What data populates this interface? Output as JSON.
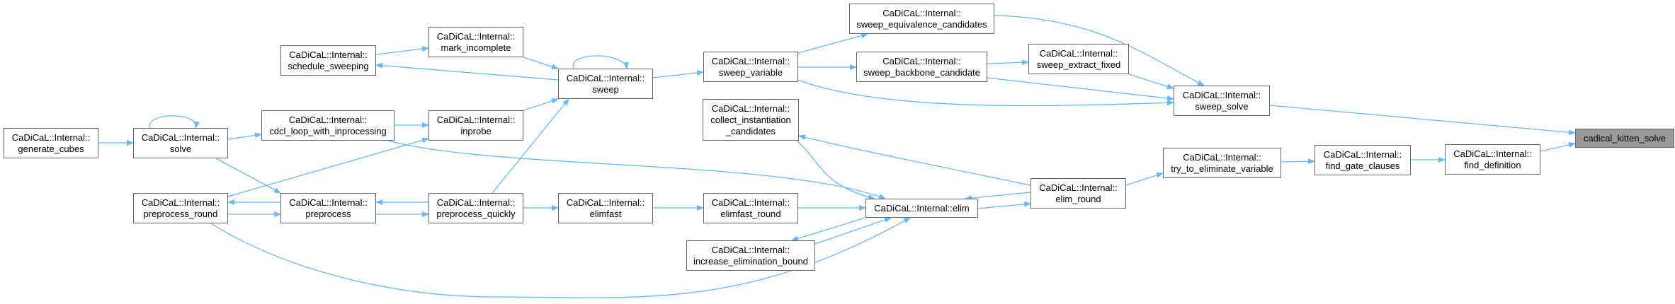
{
  "graph": {
    "edge_color": "#63b8ff",
    "node_border": "#666666",
    "current_fill": "#999999",
    "nodes": {
      "generate_cubes": [
        "CaDiCaL::Internal::",
        "generate_cubes"
      ],
      "solve": [
        "CaDiCaL::Internal::",
        "solve"
      ],
      "schedule_sweeping": [
        "CaDiCaL::Internal::",
        "schedule_sweeping"
      ],
      "mark_incomplete": [
        "CaDiCaL::Internal::",
        "mark_incomplete"
      ],
      "cdcl_loop": [
        "CaDiCaL::Internal::",
        "cdcl_loop_with_inprocessing"
      ],
      "inprobe": [
        "CaDiCaL::Internal::",
        "inprobe"
      ],
      "preprocess_round": [
        "CaDiCaL::Internal::",
        "preprocess_round"
      ],
      "preprocess": [
        "CaDiCaL::Internal::",
        "preprocess"
      ],
      "preprocess_quickly": [
        "CaDiCaL::Internal::",
        "preprocess_quickly"
      ],
      "sweep": [
        "CaDiCaL::Internal::",
        "sweep"
      ],
      "elimfast": [
        "CaDiCaL::Internal::",
        "elimfast"
      ],
      "sweep_equivalence_candidates": [
        "CaDiCaL::Internal::",
        "sweep_equivalence_candidates"
      ],
      "sweep_variable": [
        "CaDiCaL::Internal::",
        "sweep_variable"
      ],
      "sweep_backbone_candidate": [
        "CaDiCaL::Internal::",
        "sweep_backbone_candidate"
      ],
      "sweep_extract_fixed": [
        "CaDiCaL::Internal::",
        "sweep_extract_fixed"
      ],
      "collect_instantiation_candidates": [
        "CaDiCaL::Internal::",
        "collect_instantiation",
        "_candidates"
      ],
      "elimfast_round": [
        "CaDiCaL::Internal::",
        "elimfast_round"
      ],
      "elim": [
        "CaDiCaL::Internal::elim"
      ],
      "elim_round": [
        "CaDiCaL::Internal::",
        "elim_round"
      ],
      "increase_elimination_bound": [
        "CaDiCaL::Internal::",
        "increase_elimination_bound"
      ],
      "sweep_solve": [
        "CaDiCaL::Internal::",
        "sweep_solve"
      ],
      "try_to_eliminate_variable": [
        "CaDiCaL::Internal::",
        "try_to_eliminate_variable"
      ],
      "find_gate_clauses": [
        "CaDiCaL::Internal::",
        "find_gate_clauses"
      ],
      "find_definition": [
        "CaDiCaL::Internal::",
        "find_definition"
      ],
      "cadical_kitten_solve": [
        "cadical_kitten_solve"
      ]
    },
    "current": "cadical_kitten_solve",
    "edges": [
      [
        "generate_cubes",
        "solve"
      ],
      [
        "solve",
        "solve"
      ],
      [
        "solve",
        "cdcl_loop"
      ],
      [
        "solve",
        "preprocess"
      ],
      [
        "cdcl_loop",
        "inprobe"
      ],
      [
        "cdcl_loop",
        "elim"
      ],
      [
        "preprocess_round",
        "inprobe"
      ],
      [
        "preprocess",
        "preprocess_round"
      ],
      [
        "preprocess_round",
        "preprocess"
      ],
      [
        "preprocess_quickly",
        "preprocess"
      ],
      [
        "preprocess",
        "preprocess_quickly"
      ],
      [
        "preprocess_quickly",
        "sweep"
      ],
      [
        "preprocess_quickly",
        "elimfast"
      ],
      [
        "preprocess_round",
        "elim"
      ],
      [
        "schedule_sweeping",
        "mark_incomplete"
      ],
      [
        "sweep",
        "schedule_sweeping"
      ],
      [
        "mark_incomplete",
        "sweep"
      ],
      [
        "inprobe",
        "sweep"
      ],
      [
        "sweep",
        "sweep"
      ],
      [
        "sweep",
        "sweep_variable"
      ],
      [
        "sweep_variable",
        "sweep_equivalence_candidates"
      ],
      [
        "sweep_variable",
        "sweep_backbone_candidate"
      ],
      [
        "sweep_variable",
        "sweep_solve"
      ],
      [
        "sweep_backbone_candidate",
        "sweep_extract_fixed"
      ],
      [
        "sweep_backbone_candidate",
        "sweep_solve"
      ],
      [
        "sweep_extract_fixed",
        "sweep_solve"
      ],
      [
        "sweep_equivalence_candidates",
        "sweep_solve"
      ],
      [
        "elimfast",
        "elimfast_round"
      ],
      [
        "elimfast_round",
        "elim"
      ],
      [
        "collect_instantiation_candidates",
        "elim"
      ],
      [
        "elim_round",
        "collect_instantiation_candidates"
      ],
      [
        "elim_round",
        "elim"
      ],
      [
        "elim",
        "elim_round"
      ],
      [
        "elim",
        "increase_elimination_bound"
      ],
      [
        "increase_elimination_bound",
        "elim"
      ],
      [
        "elim_round",
        "try_to_eliminate_variable"
      ],
      [
        "try_to_eliminate_variable",
        "find_gate_clauses"
      ],
      [
        "find_gate_clauses",
        "find_definition"
      ],
      [
        "find_definition",
        "cadical_kitten_solve"
      ],
      [
        "sweep_solve",
        "cadical_kitten_solve"
      ]
    ]
  }
}
